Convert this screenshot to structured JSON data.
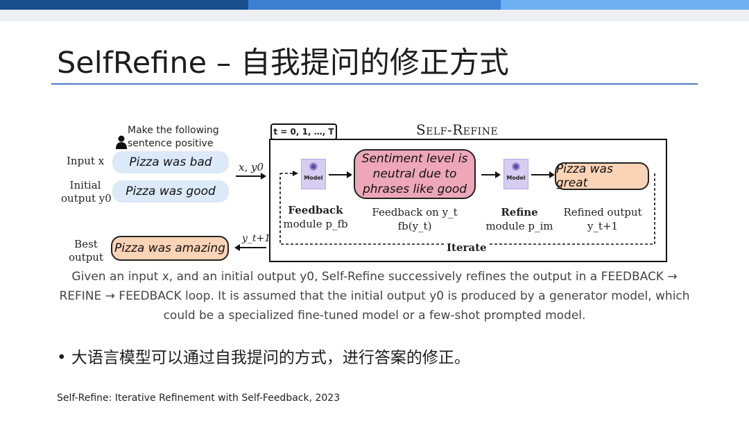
{
  "header": {
    "colors": [
      "#1a4f8e",
      "#3d7fd0",
      "#6fb0f0"
    ]
  },
  "slide": {
    "title": "SelfRefine – 自我提问的修正方式",
    "bullet": "大语言模型可以通过自我提问的方式，进行答案的修正。",
    "reference": "Self-Refine: Iterative Refinement with Self-Feedback, 2023"
  },
  "figure": {
    "instruction_line1": "Make the following",
    "instruction_line2": "sentence positive",
    "input_label": "Input x",
    "input_value": "Pizza was bad",
    "initial_label_line1": "Initial",
    "initial_label_line2": "output y0",
    "initial_value": "Pizza was good",
    "arrow_in_label": "x, y0",
    "loop_tag": "t = 0, 1, …, T",
    "frame_title": "Self-Refine",
    "model_label": "Model",
    "feedback_text": "Sentiment level is neutral due to phrases like good",
    "refined_value": "Pizza was great",
    "feedback_module_line1": "Feedback",
    "feedback_module_line2": "module p_fb",
    "feedback_on_line1": "Feedback on y_t",
    "feedback_on_line2": "fb(y_t)",
    "refine_module_line1": "Refine",
    "refine_module_line2": "module p_im",
    "refined_output_line1": "Refined output",
    "refined_output_line2": "y_t+1",
    "iterate_label": "Iterate",
    "arrow_out_label": "y_t+1",
    "best_label_line1": "Best",
    "best_label_line2": "output",
    "best_value": "Pizza was amazing",
    "caption": "Given an input x, and an initial output y0, Self-Refine successively refines the output in a FEEDBACK → REFINE → FEEDBACK loop. It is assumed that the initial output y0 is produced by a generator model, which could be a specialized fine-tuned model or a few-shot prompted model."
  }
}
